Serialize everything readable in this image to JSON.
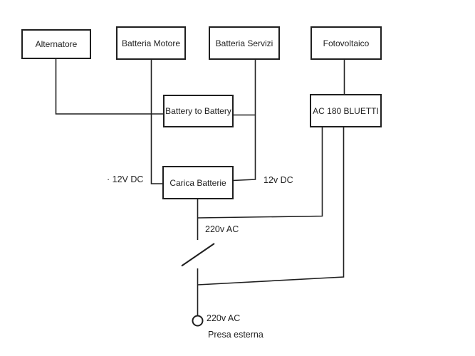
{
  "diagram": {
    "colors": {
      "line": "#1f1f1f",
      "text": "#1f1f1f",
      "box_background": "#ffffff",
      "page_background": "#ffffff"
    },
    "boxes": {
      "alternatore": {
        "label": "Alternatore"
      },
      "batteria_motore": {
        "label": "Batteria Motore"
      },
      "batteria_servizi": {
        "label": "Batteria Servizi"
      },
      "fotovoltaico": {
        "label": "Fotovoltaico"
      },
      "battery_to_battery": {
        "label": "Battery to Battery"
      },
      "ac_180_bluetti": {
        "label": "AC 180 BLUETTI"
      },
      "carica_batterie": {
        "label": "Carica Batterie"
      }
    },
    "wire_labels": {
      "dc_left": "· 12V DC",
      "dc_right": "12v DC",
      "ac_middle": "220v AC",
      "ac_bottom": "220v AC",
      "socket": "Presa esterna"
    }
  }
}
